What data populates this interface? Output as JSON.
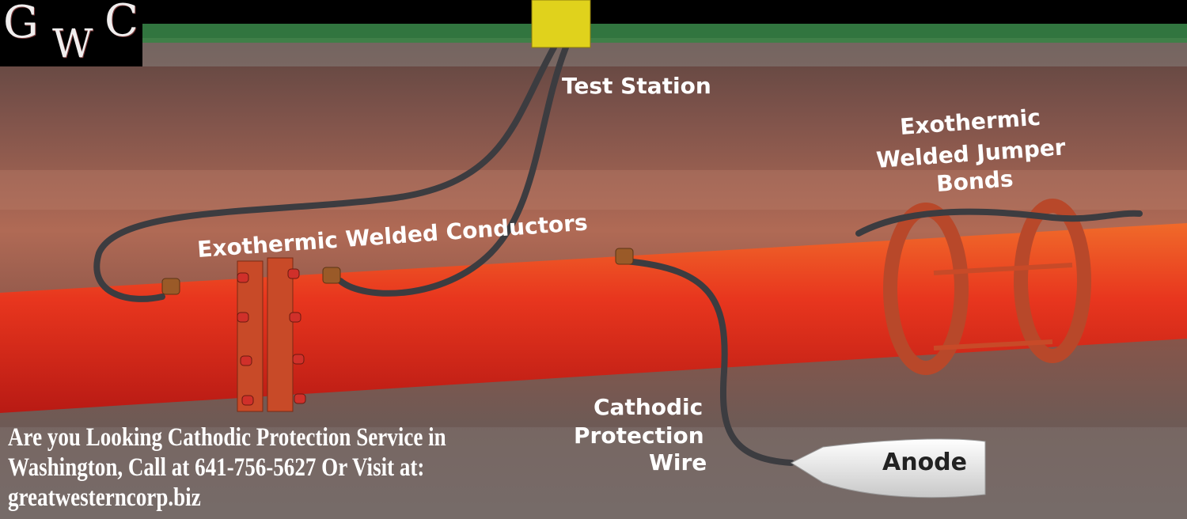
{
  "logo": {
    "letters": [
      "G",
      "W",
      "C"
    ]
  },
  "labels": {
    "test_station": "Test Station",
    "conductors": "Exothermic Welded Conductors",
    "jumper_bonds": [
      "Exothermic",
      "Welded Jumper",
      "Bonds"
    ],
    "cp_wire": [
      "Cathodic",
      "Protection",
      "Wire"
    ],
    "anode": "Anode"
  },
  "cta": {
    "lines": [
      "Are you Looking Cathodic Protection Service in",
      "Washington, Call at  641-756-5627  Or Visit at:",
      "greatwesterncorp.biz"
    ]
  },
  "colors": {
    "pipe": "#e8321e",
    "soil_top": "#6e4a44",
    "soil_mid": "#a8604e",
    "grass": "#3a8a4a",
    "test_station": "#e0d21c"
  }
}
